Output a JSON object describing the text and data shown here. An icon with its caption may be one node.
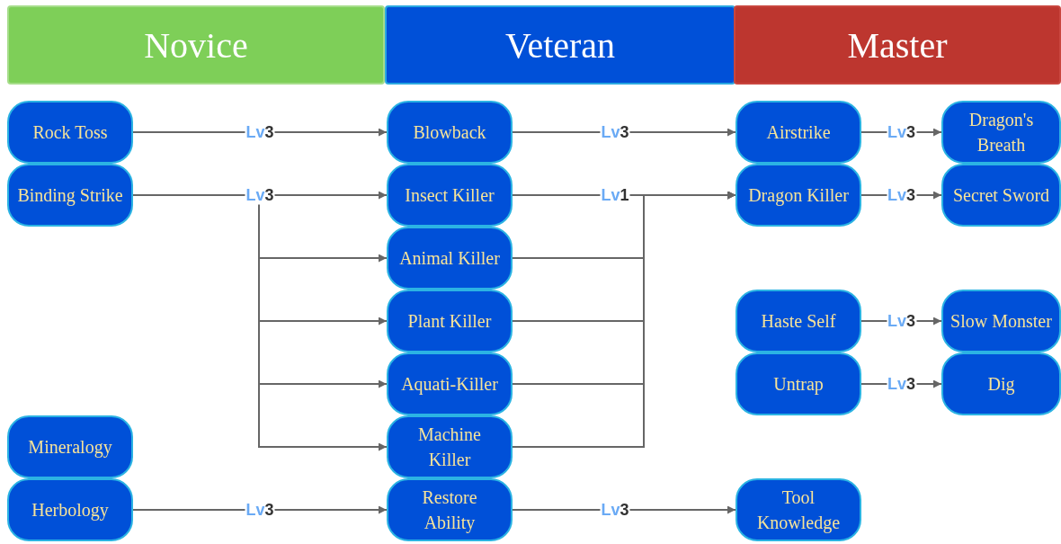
{
  "diagram": {
    "nodes": [
      {
        "text": [
          "Novice"
        ]
      },
      {
        "text": [
          "Veteran"
        ]
      },
      {
        "text": [
          "Master"
        ]
      },
      {
        "text": [
          "Rock Toss"
        ]
      },
      {
        "text": [
          "Blowback"
        ]
      },
      {
        "text": [
          "Airstrike"
        ]
      },
      {
        "text": [
          "Dragon's Breath"
        ]
      },
      {
        "text": [
          "Binding Strike"
        ]
      },
      {
        "text": [
          "Insect Killer"
        ]
      },
      {
        "text": [
          "Dragon Killer"
        ]
      },
      {
        "text": [
          "Secret Sword"
        ]
      },
      {
        "text": [
          "Animal Killer"
        ]
      },
      {
        "text": [
          "Plant Killer"
        ]
      },
      {
        "text": [
          "Haste Self"
        ]
      },
      {
        "text": [
          "Slow Monster"
        ]
      },
      {
        "text": [
          "Aquati-Killer"
        ]
      },
      {
        "text": [
          "Untrap"
        ]
      },
      {
        "text": [
          "Dig"
        ]
      },
      {
        "text": [
          "Mineralogy"
        ]
      },
      {
        "text": [
          "Machine Killer"
        ]
      },
      {
        "text": [
          "Herbology"
        ]
      },
      {
        "text": [
          "Restore Ability"
        ]
      },
      {
        "text": [
          "Tool Knowledge"
        ]
      }
    ],
    "edges": [
      {
        "from": 3,
        "to": 4,
        "arrow": "to",
        "label": "Lv3"
      },
      {
        "from": 4,
        "to": 5,
        "arrow": "to",
        "label": "Lv3"
      },
      {
        "from": 5,
        "to": 6,
        "arrow": "to",
        "label": "Lv3"
      },
      {
        "from": 7,
        "to": 8,
        "arrow": "to",
        "label": "Lv3"
      },
      {
        "from": 7,
        "to": 11,
        "arrow": "to"
      },
      {
        "from": 7,
        "to": 12,
        "arrow": "to"
      },
      {
        "from": 7,
        "to": 15,
        "arrow": "to"
      },
      {
        "from": 7,
        "to": 19,
        "arrow": "to"
      },
      {
        "from": 8,
        "to": 9,
        "arrow": "to",
        "label": "Lv1"
      },
      {
        "from": 11,
        "to": 9,
        "arrow": "to"
      },
      {
        "from": 12,
        "to": 9,
        "arrow": "to"
      },
      {
        "from": 15,
        "to": 9,
        "arrow": "to"
      },
      {
        "from": 19,
        "to": 9,
        "arrow": "to"
      },
      {
        "from": 9,
        "to": 10,
        "arrow": "to",
        "label": "Lv3"
      },
      {
        "from": 13,
        "to": 14,
        "arrow": "to",
        "label": "Lv3"
      },
      {
        "from": 16,
        "to": 17,
        "arrow": "to",
        "label": "Lv3"
      },
      {
        "from": 20,
        "to": 21,
        "arrow": "to",
        "label": "Lv3"
      },
      {
        "from": 21,
        "to": 22,
        "arrow": "to",
        "label": "Lv3"
      }
    ]
  }
}
